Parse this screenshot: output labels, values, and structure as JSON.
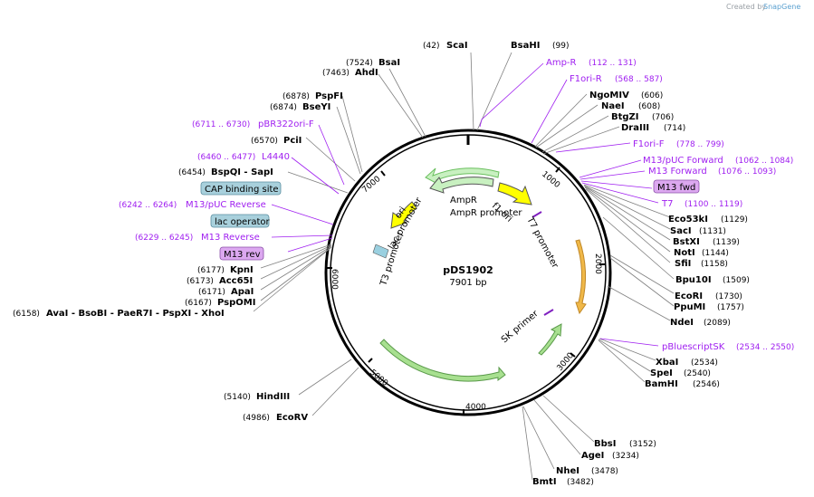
{
  "branding": {
    "created_by": "Created by",
    "app_name": "SnapGene"
  },
  "plasmid": {
    "name": "pDS1902",
    "length_label": "7901 bp"
  },
  "ruler_ticks": [
    "1000",
    "2000",
    "3000",
    "4000",
    "5000",
    "6000",
    "7000"
  ],
  "restriction_sites": [
    {
      "name": "ScaI",
      "pos": "(42)"
    },
    {
      "name": "BsaHI",
      "pos": "(99)"
    },
    {
      "name": "BsaI",
      "pos": "(7524)"
    },
    {
      "name": "AhdI",
      "pos": "(7463)"
    },
    {
      "name": "PspFI",
      "pos": "(6878)"
    },
    {
      "name": "BseYI",
      "pos": "(6874)"
    },
    {
      "name": "PciI",
      "pos": "(6570)"
    },
    {
      "name": "BspQI - SapI",
      "pos": "(6454)"
    },
    {
      "name": "KpnI",
      "pos": "(6177)"
    },
    {
      "name": "Acc65I",
      "pos": "(6173)"
    },
    {
      "name": "ApaI",
      "pos": "(6171)"
    },
    {
      "name": "PspOMI",
      "pos": "(6167)"
    },
    {
      "name": "AvaI - BsoBI - PaeR7I - PspXI - XhoI",
      "pos": "(6158)"
    },
    {
      "name": "HindIII",
      "pos": "(5140)"
    },
    {
      "name": "EcoRV",
      "pos": "(4986)"
    },
    {
      "name": "NgoMIV",
      "pos": "(606)"
    },
    {
      "name": "NaeI",
      "pos": "(608)"
    },
    {
      "name": "BtgZI",
      "pos": "(706)"
    },
    {
      "name": "DraIII",
      "pos": "(714)"
    },
    {
      "name": "Eco53kI",
      "pos": "(1129)"
    },
    {
      "name": "SacI",
      "pos": "(1131)"
    },
    {
      "name": "BstXI",
      "pos": "(1139)"
    },
    {
      "name": "NotI",
      "pos": "(1144)"
    },
    {
      "name": "SfiI",
      "pos": "(1158)"
    },
    {
      "name": "Bpu10I",
      "pos": "(1509)"
    },
    {
      "name": "EcoRI",
      "pos": "(1730)"
    },
    {
      "name": "PpuMI",
      "pos": "(1757)"
    },
    {
      "name": "NdeI",
      "pos": "(2089)"
    },
    {
      "name": "XbaI",
      "pos": "(2534)"
    },
    {
      "name": "SpeI",
      "pos": "(2540)"
    },
    {
      "name": "BamHI",
      "pos": "(2546)"
    },
    {
      "name": "BbsI",
      "pos": "(3152)"
    },
    {
      "name": "AgeI",
      "pos": "(3234)"
    },
    {
      "name": "NheI",
      "pos": "(3478)"
    },
    {
      "name": "BmtI",
      "pos": "(3482)"
    }
  ],
  "primers": [
    {
      "name": "Amp-R",
      "range": "(112 .. 131)"
    },
    {
      "name": "F1ori-R",
      "range": "(568 .. 587)"
    },
    {
      "name": "F1ori-F",
      "range": "(778 .. 799)"
    },
    {
      "name": "M13/pUC Forward",
      "range": "(1062 .. 1084)"
    },
    {
      "name": "M13 Forward",
      "range": "(1076 .. 1093)"
    },
    {
      "name": "T7",
      "range": "(1100 .. 1119)"
    },
    {
      "name": "pBluescriptSK",
      "range": "(2534 .. 2550)"
    },
    {
      "name": "pBR322ori-F",
      "range": "(6711 .. 6730)"
    },
    {
      "name": "L4440",
      "range": "(6460 .. 6477)"
    },
    {
      "name": "M13/pUC Reverse",
      "range": "(6242 .. 6264)"
    },
    {
      "name": "M13 Reverse",
      "range": "(6229 .. 6245)"
    }
  ],
  "boxed_labels": [
    {
      "name": "CAP binding site",
      "fill": "#a8d0dc"
    },
    {
      "name": "lac operator",
      "fill": "#a8d0dc"
    },
    {
      "name": "M13 rev",
      "fill": "#dca8f0"
    },
    {
      "name": "M13 fwd",
      "fill": "#dca8f0"
    }
  ],
  "features": [
    {
      "name": "AmpR",
      "color": "#c8f0c0"
    },
    {
      "name": "AmpR promoter"
    },
    {
      "name": "f1 ori",
      "color": "#ffff00"
    },
    {
      "name": "T7 promoter"
    },
    {
      "name": "ori",
      "color": "#ffff00"
    },
    {
      "name": "lac promoter"
    },
    {
      "name": "T3 promoter"
    },
    {
      "name": "SK primer"
    }
  ]
}
